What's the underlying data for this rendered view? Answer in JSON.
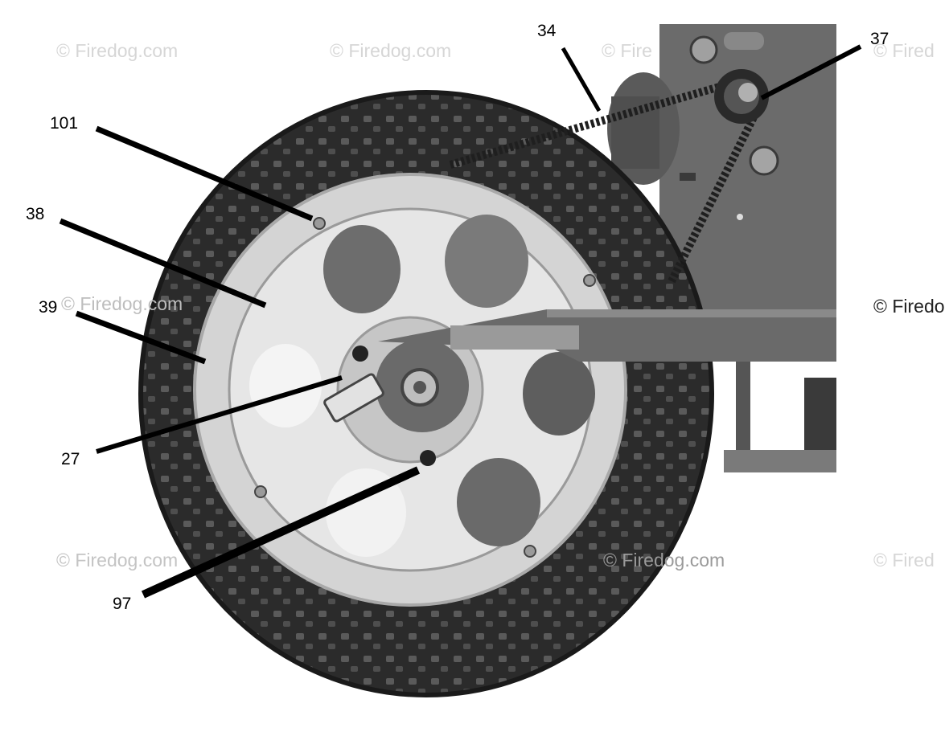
{
  "watermark": "© Firedog.com",
  "watermark_partial_1": "© Fire",
  "watermark_partial_2": "© Firedo",
  "watermark_partial_3": "© Fired",
  "callouts": {
    "c34": "34",
    "c37": "37",
    "c101": "101",
    "c38": "38",
    "c39": "39",
    "c27": "27",
    "c97": "97"
  },
  "colors": {
    "tire": "#2a2a2a",
    "rim": "#cfcfcf",
    "frame": "#6e6e6e",
    "leader": "#000000"
  }
}
